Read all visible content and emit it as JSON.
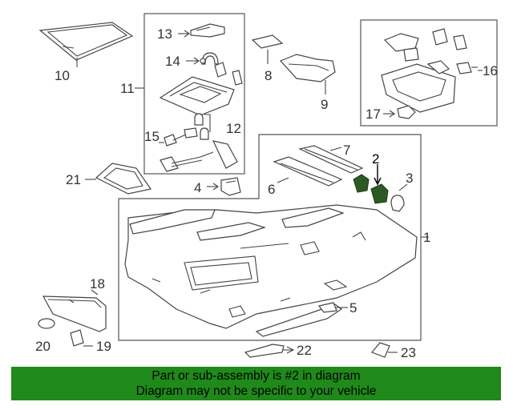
{
  "callouts": [
    "1",
    "2",
    "3",
    "4",
    "5",
    "6",
    "7",
    "8",
    "9",
    "10",
    "11",
    "12",
    "13",
    "14",
    "15",
    "16",
    "17",
    "18",
    "19",
    "20",
    "21",
    "22",
    "23"
  ],
  "highlight_part": "2",
  "highlight_color": "#2c5a23",
  "banner": {
    "line1": "Part or sub-assembly is #2 in diagram",
    "line2": "Diagram may not be specific to your vehicle",
    "background": "#1f8a1a"
  }
}
